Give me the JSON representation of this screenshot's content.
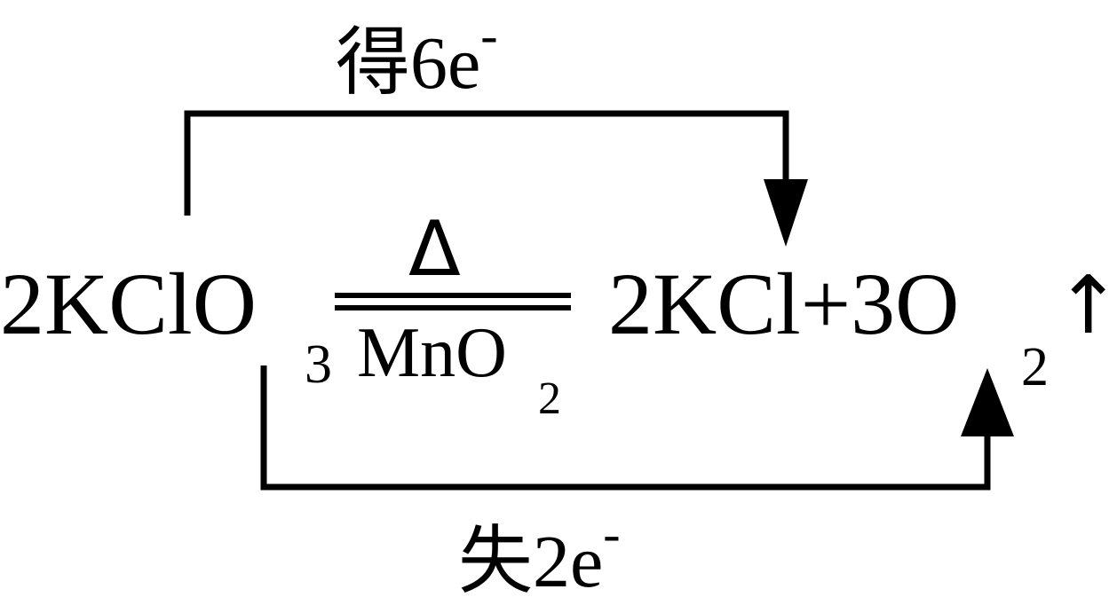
{
  "equation": {
    "reactant": {
      "coefficient": "2",
      "formula": "KClO",
      "subscript": "3"
    },
    "condition": {
      "above": "Δ",
      "below_formula": "MnO",
      "below_subscript": "2"
    },
    "product_1": {
      "coefficient": "2",
      "formula": "KCl"
    },
    "plus": "+",
    "product_2": {
      "coefficient": "3",
      "formula": "O",
      "subscript": "2",
      "gas_symbol": "↑"
    }
  },
  "electron_transfer": {
    "gain": {
      "label": "得6e",
      "superscript": "-"
    },
    "loss": {
      "label": "失2e",
      "superscript": "-"
    }
  },
  "colors": {
    "ink": "#000000",
    "background": "#ffffff"
  }
}
